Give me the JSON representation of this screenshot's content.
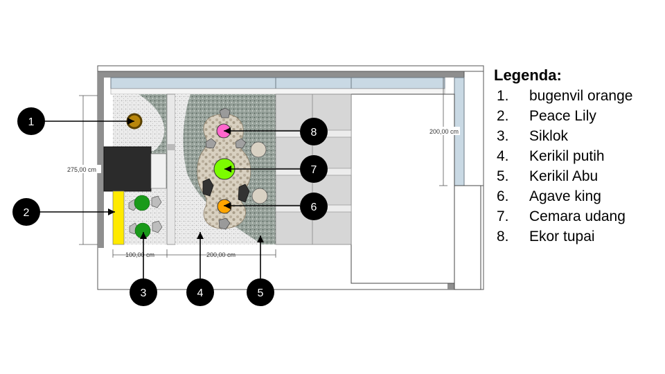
{
  "legend": {
    "title": "Legenda:",
    "items": [
      {
        "number": "1.",
        "label": "bugenvil orange"
      },
      {
        "number": "2.",
        "label": "Peace Lily"
      },
      {
        "number": "3.",
        "label": "Siklok"
      },
      {
        "number": "4.",
        "label": "Kerikil putih"
      },
      {
        "number": "5.",
        "label": "Kerikil Abu"
      },
      {
        "number": "6.",
        "label": "Agave king"
      },
      {
        "number": "7.",
        "label": "Cemara udang"
      },
      {
        "number": "8.",
        "label": "Ekor tupai"
      }
    ]
  },
  "callouts": [
    "1",
    "2",
    "3",
    "4",
    "5",
    "6",
    "7",
    "8"
  ],
  "dimensions": {
    "height_left": "275,00 cm",
    "width_left": "100,00 cm",
    "width_center": "200,00 cm",
    "height_right": "200,00 cm"
  },
  "colors": {
    "bugenvil": "#b8860b",
    "peace_lily": "#ffea00",
    "siklok": "#1a9a1a",
    "agave": "#ffa500",
    "cemara": "#7cfc00",
    "ekor_tupai": "#ff66cc",
    "path": "#c9b18f",
    "gravel_dark": "#9aa39e",
    "window": "#c9d9e4",
    "marker": "#000000"
  }
}
